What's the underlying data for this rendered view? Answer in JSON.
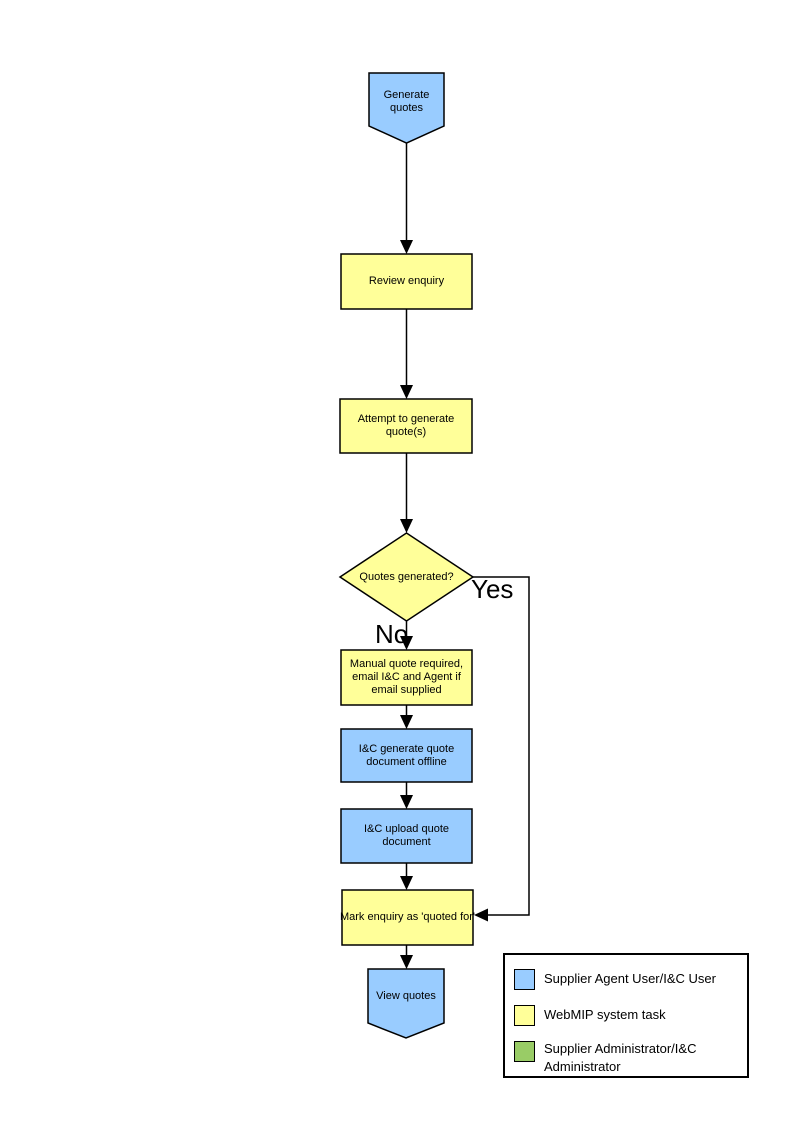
{
  "flowchart": {
    "nodes": [
      {
        "id": "generate-quotes",
        "label": "Generate quotes",
        "shape": "off-page-connector",
        "fill": "#99CCFF"
      },
      {
        "id": "review-enquiry",
        "label": "Review enquiry",
        "shape": "process",
        "fill": "#FFFF99"
      },
      {
        "id": "attempt-generate",
        "label": "Attempt to generate quote(s)",
        "shape": "process",
        "fill": "#FFFF99"
      },
      {
        "id": "quotes-generated",
        "label": "Quotes generated?",
        "shape": "decision",
        "fill": "#FFFF99"
      },
      {
        "id": "manual-quote",
        "label": "Manual quote required, email I&C and Agent if email supplied",
        "shape": "process",
        "fill": "#FFFF99"
      },
      {
        "id": "ic-generate",
        "label": "I&C generate quote document offline",
        "shape": "process",
        "fill": "#99CCFF"
      },
      {
        "id": "ic-upload",
        "label": "I&C upload quote document",
        "shape": "process",
        "fill": "#99CCFF"
      },
      {
        "id": "mark-enquiry",
        "label": "Mark enquiry as 'quoted for'",
        "shape": "process",
        "fill": "#FFFF99"
      },
      {
        "id": "view-quotes",
        "label": "View quotes",
        "shape": "off-page-connector",
        "fill": "#99CCFF"
      }
    ],
    "branch_labels": {
      "yes": "Yes",
      "no": "No"
    },
    "legend": {
      "items": [
        {
          "label": "Supplier Agent User/I&C User",
          "color": "#99CCFF"
        },
        {
          "label": "WebMIP system task",
          "color": "#FFFF99"
        },
        {
          "label": "Supplier Administrator/I&C Administrator",
          "color": "#99CC66"
        }
      ]
    },
    "colors": {
      "node_blue": "#99CCFF",
      "node_yellow": "#FFFF99",
      "legend_green": "#99CC66",
      "line": "#000000",
      "background": "#FFFFFF"
    }
  }
}
